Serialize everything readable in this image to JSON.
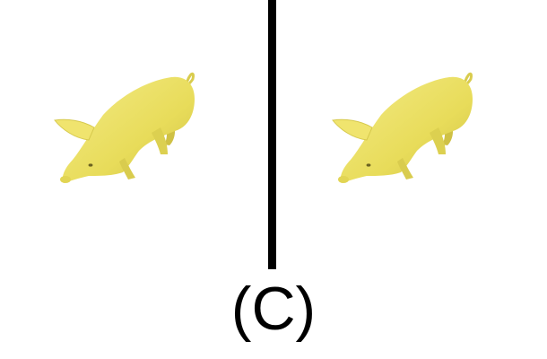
{
  "caption": "(C)",
  "panels": [
    {
      "subject": "pig",
      "icon": "pig-icon",
      "color": "#E8DC5A"
    },
    {
      "subject": "pig",
      "icon": "pig-icon",
      "color": "#E8DC5A"
    }
  ],
  "divider": {
    "color": "#000000"
  },
  "colors": {
    "background": "#FFFFFF",
    "pig_body": "#E8DC5A",
    "pig_shadow": "#CFC145",
    "pig_highlight": "#F3EA86"
  }
}
